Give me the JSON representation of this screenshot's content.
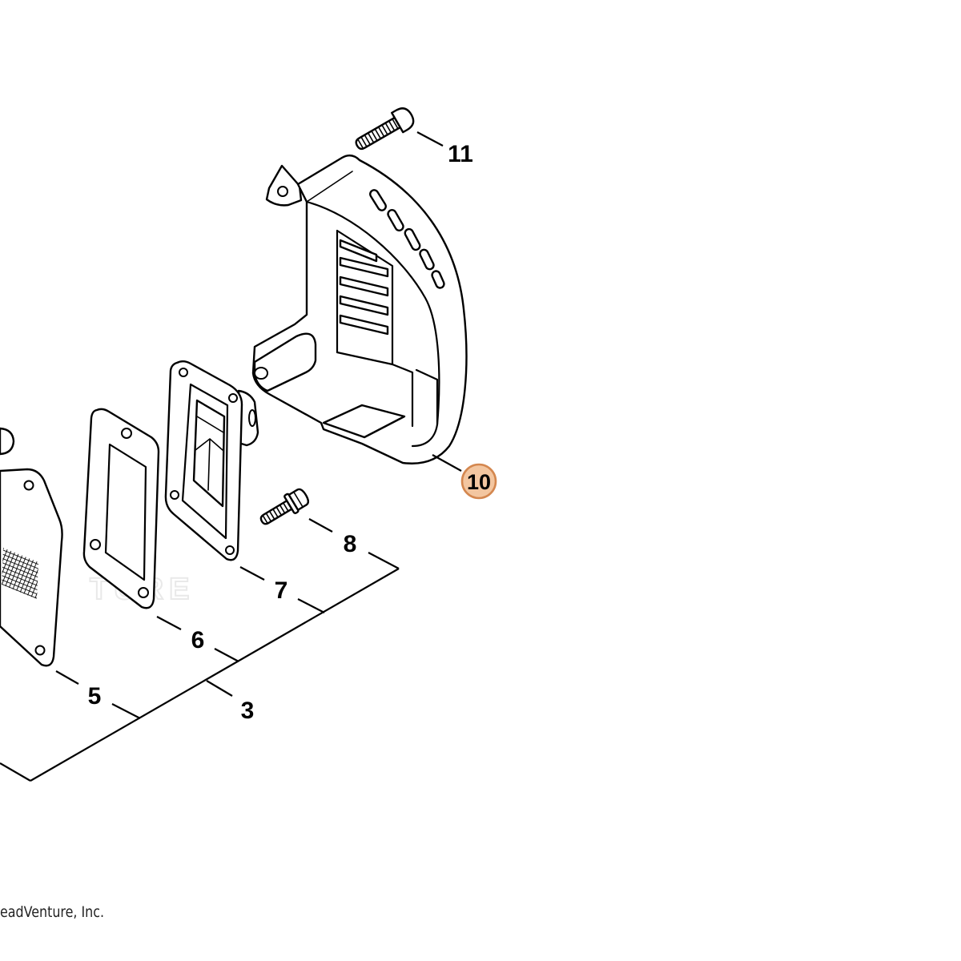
{
  "diagram": {
    "callouts": [
      {
        "label": "11",
        "highlighted": false
      },
      {
        "label": "10",
        "highlighted": true
      },
      {
        "label": "8",
        "highlighted": false
      },
      {
        "label": "7",
        "highlighted": false
      },
      {
        "label": "6",
        "highlighted": false
      },
      {
        "label": "5",
        "highlighted": false
      },
      {
        "label": "3",
        "highlighted": false
      }
    ],
    "copyright": "eadVenture, Inc.",
    "watermark": "TURE"
  },
  "colors": {
    "line": "#000000",
    "background": "#ffffff",
    "highlight_fill": "#f3c6a0",
    "highlight_stroke": "#d4874f",
    "watermark": "#e9e9e9"
  }
}
